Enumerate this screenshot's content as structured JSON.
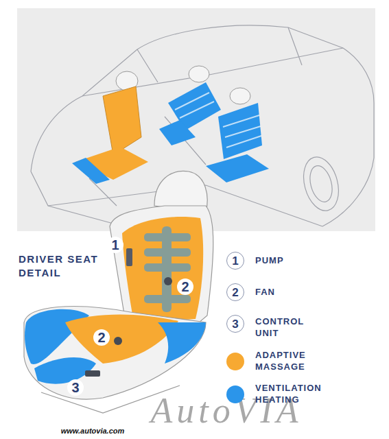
{
  "diagram": {
    "title": "DRIVER SEAT DETAIL",
    "labels": [
      "1",
      "2",
      "2",
      "3",
      "1",
      "2",
      "3",
      "AutoVIA",
      "www.autovia.com"
    ],
    "legend": [
      {
        "text": "PUMP"
      },
      {
        "text": "FAN"
      },
      {
        "text": "CONTROL UNIT"
      },
      {
        "text": "ADAPTIVE MASSAGE",
        "color": "#f7a932"
      },
      {
        "text": "VENTILATION HEATING",
        "color": "#2b95ea"
      }
    ]
  }
}
